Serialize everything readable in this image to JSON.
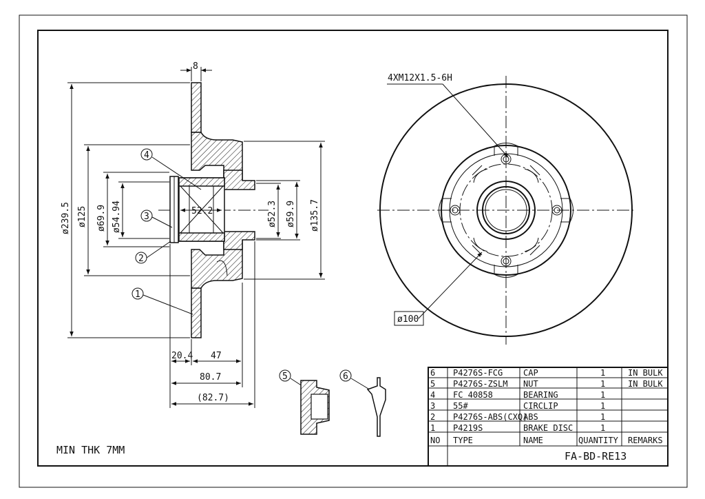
{
  "drawing": {
    "min_thickness_note": "MIN THK 7MM",
    "drawing_number": "FA-BD-RE13",
    "thread_note": "4XM12X1.5-6H",
    "pcd_note": "ø100"
  },
  "dimensions": {
    "width_top": "8",
    "d_outer": "ø239.5",
    "d_125": "ø125",
    "d_69_9": "ø69.9",
    "d_54_94": "ø54.94",
    "bore_52_2": "52.2",
    "d_52_3": "ø52.3",
    "d_59_9": "ø59.9",
    "d_135_7": "ø135.7",
    "w_20_4": "20.4",
    "w_47": "47",
    "w_80_7": "80.7",
    "w_82_7": "(82.7)"
  },
  "balloons": [
    "4",
    "3",
    "2",
    "1",
    "5",
    "6"
  ],
  "parts_table": {
    "header": {
      "no": "NO",
      "type": "TYPE",
      "name": "NAME",
      "quantity": "QUANTITY",
      "remarks": "REMARKS"
    },
    "rows": [
      {
        "no": "6",
        "type": "P4276S-FCG",
        "name": "CAP",
        "quantity": "1",
        "remarks": "IN BULK"
      },
      {
        "no": "5",
        "type": "P4276S-ZSLM",
        "name": "NUT",
        "quantity": "1",
        "remarks": "IN BULK"
      },
      {
        "no": "4",
        "type": "FC 40858",
        "name": "BEARING",
        "quantity": "1",
        "remarks": ""
      },
      {
        "no": "3",
        "type": "55#",
        "name": "CIRCLIP",
        "quantity": "1",
        "remarks": ""
      },
      {
        "no": "2",
        "type": "P4276S-ABS(CXQ)",
        "name": "ABS",
        "quantity": "1",
        "remarks": ""
      },
      {
        "no": "1",
        "type": "P4219S",
        "name": "BRAKE DISC",
        "quantity": "1",
        "remarks": ""
      }
    ]
  }
}
